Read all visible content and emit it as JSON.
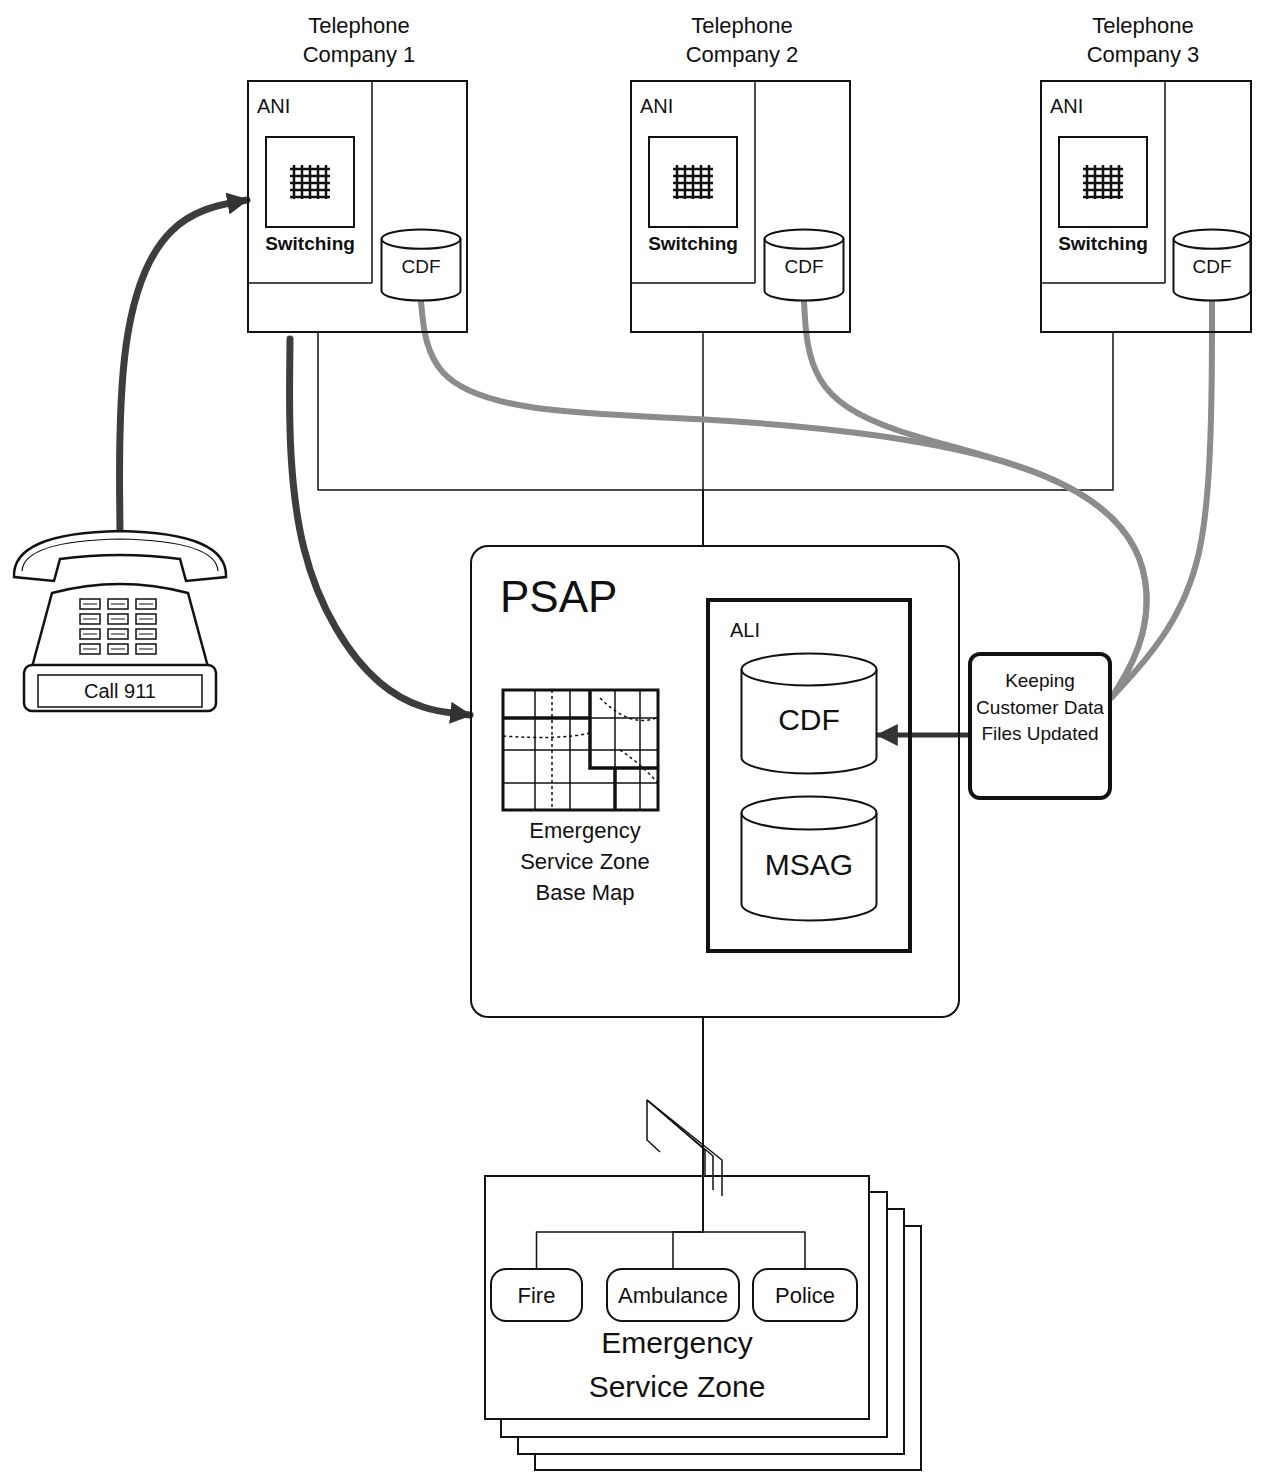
{
  "diagram": {
    "nodes": [
      {
        "text": [
          "Telephone Company 1",
          "ANI"
        ]
      },
      {
        "text": [
          "Switching"
        ],
        "in": 0
      },
      {
        "text": [
          "CDF"
        ],
        "in": 0
      },
      {
        "text": [
          "Telephone Company 2",
          "ANI"
        ]
      },
      {
        "text": [
          "Switching"
        ],
        "in": 3
      },
      {
        "text": [
          "CDF"
        ],
        "in": 3
      },
      {
        "text": [
          "Telephone Company 3",
          "ANI"
        ]
      },
      {
        "text": [
          "Switching"
        ],
        "in": 6
      },
      {
        "text": [
          "CDF"
        ],
        "in": 6
      },
      {
        "text": [
          "Call 911"
        ]
      },
      {
        "text": [
          "PSAP"
        ]
      },
      {
        "text": [
          "Emergency Service Zone Base Map"
        ],
        "in": 10
      },
      {
        "text": [
          "ALI"
        ],
        "in": 10
      },
      {
        "text": [
          "CDF"
        ],
        "in": 12
      },
      {
        "text": [
          "MSAG"
        ],
        "in": 12
      },
      {
        "text": [
          "Keeping Customer Data Files Updated"
        ]
      },
      {
        "text": [
          "Emergency Service Zone"
        ]
      },
      {
        "text": [
          "Fire"
        ],
        "in": 16
      },
      {
        "text": [
          "Ambulance"
        ],
        "in": 16
      },
      {
        "text": [
          "Police"
        ],
        "in": 16
      }
    ],
    "edges": [
      {
        "from": 9,
        "to": 0,
        "arrow": "to"
      },
      {
        "from": 0,
        "to": 10,
        "arrow": "to"
      },
      {
        "from": 0,
        "to": 10,
        "arrow": "none"
      },
      {
        "from": 3,
        "to": 10,
        "arrow": "none"
      },
      {
        "from": 6,
        "to": 10,
        "arrow": "none"
      },
      {
        "from": 2,
        "to": 15,
        "arrow": "none"
      },
      {
        "from": 5,
        "to": 15,
        "arrow": "none"
      },
      {
        "from": 8,
        "to": 15,
        "arrow": "none"
      },
      {
        "from": 15,
        "to": 13,
        "arrow": "to"
      },
      {
        "from": 10,
        "to": 17,
        "arrow": "none"
      },
      {
        "from": 10,
        "to": 18,
        "arrow": "none"
      },
      {
        "from": 10,
        "to": 19,
        "arrow": "none"
      }
    ]
  }
}
